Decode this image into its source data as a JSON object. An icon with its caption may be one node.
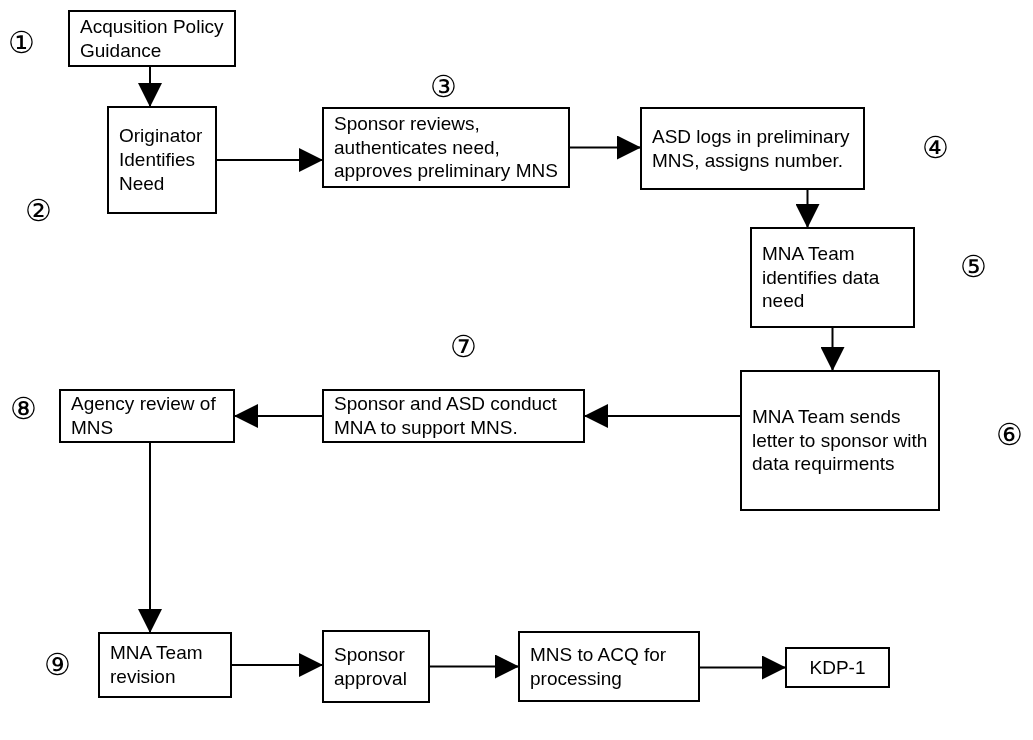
{
  "diagram": {
    "nodes": [
      {
        "text": [
          "Acqusition Policy Guidance"
        ],
        "beside": [
          "①"
        ]
      },
      {
        "text": [
          "Originator Identifies Need"
        ],
        "beside": [
          "②"
        ]
      },
      {
        "text": [
          "Sponsor reviews, authenticates need, approves preliminary MNS"
        ],
        "beside": [
          "③"
        ]
      },
      {
        "text": [
          "ASD logs in preliminary MNS, assigns number."
        ],
        "beside": [
          "④"
        ]
      },
      {
        "text": [
          "MNA Team identifies data need"
        ],
        "beside": [
          "⑤"
        ]
      },
      {
        "text": [
          "MNA Team sends letter to sponsor with data requirments"
        ],
        "beside": [
          "⑥"
        ]
      },
      {
        "text": [
          "Sponsor and ASD conduct MNA to support MNS."
        ],
        "beside": [
          "⑦"
        ]
      },
      {
        "text": [
          "Agency review of MNS"
        ],
        "beside": [
          "⑧"
        ]
      },
      {
        "text": [
          "MNA Team revision"
        ],
        "beside": [
          "⑨"
        ]
      },
      {
        "text": [
          "Sponsor approval"
        ]
      },
      {
        "text": [
          "MNS to ACQ for processing"
        ]
      },
      {
        "text": [
          "KDP-1"
        ]
      }
    ],
    "edges": [
      {
        "from": 0,
        "to": 1,
        "arrow": "to"
      },
      {
        "from": 1,
        "to": 2,
        "arrow": "to"
      },
      {
        "from": 2,
        "to": 3,
        "arrow": "to"
      },
      {
        "from": 3,
        "to": 4,
        "arrow": "to"
      },
      {
        "from": 4,
        "to": 5,
        "arrow": "to"
      },
      {
        "from": 5,
        "to": 6,
        "arrow": "to"
      },
      {
        "from": 6,
        "to": 7,
        "arrow": "to"
      },
      {
        "from": 7,
        "to": 8,
        "arrow": "to"
      },
      {
        "from": 8,
        "to": 9,
        "arrow": "to"
      },
      {
        "from": 9,
        "to": 10,
        "arrow": "to"
      },
      {
        "from": 10,
        "to": 11,
        "arrow": "to"
      }
    ]
  }
}
